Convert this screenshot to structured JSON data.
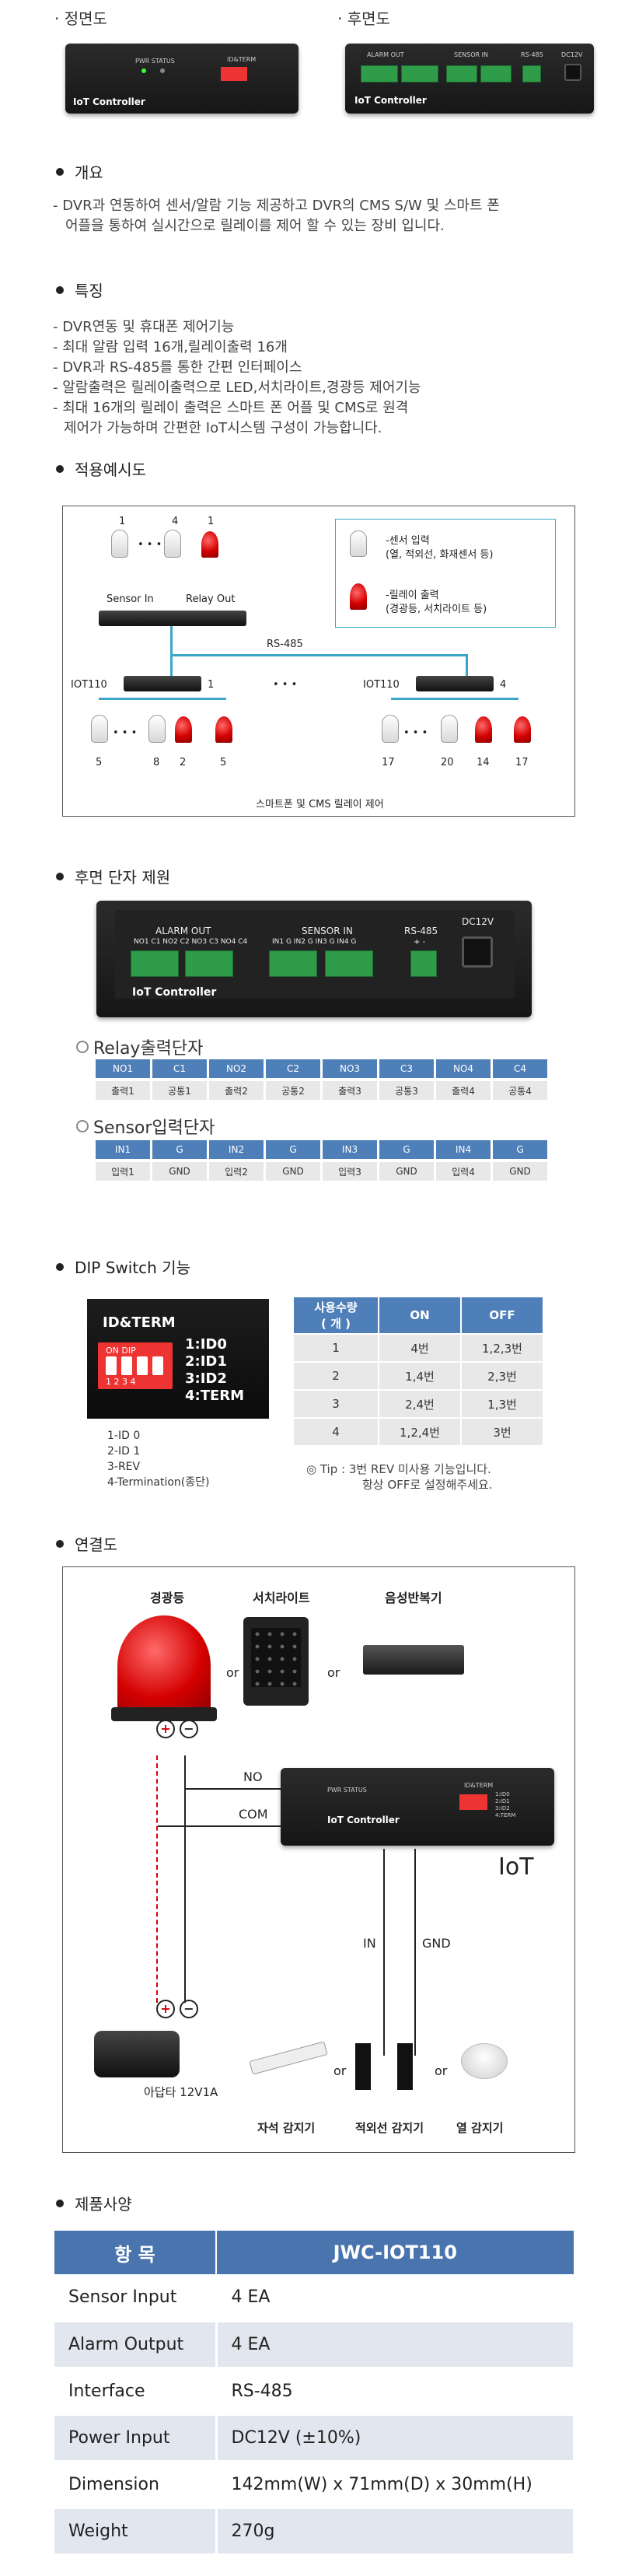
{
  "views": {
    "front_label": "· 정면도",
    "rear_label": "· 후면도",
    "front_pwr": "PWR  STATUS",
    "front_dip": "ID&TERM",
    "front_name": "IoT Controller",
    "rear_alarm": "ALARM OUT",
    "rear_sensor": "SENSOR IN",
    "rear_rs485": "RS-485",
    "rear_dc": "DC12V",
    "rear_name": "IoT Controller"
  },
  "overview": {
    "title": "개요",
    "text1": "- DVR과 연동하여 센서/알람 기능 제공하고 DVR의 CMS S/W 및 스마트 폰",
    "text2": "어플을 통하여 실시간으로 릴레이를 제어 할 수 있는 장비 입니다."
  },
  "features": {
    "title": "특징",
    "items": [
      "- DVR연동 및 휴대폰 제어기능",
      "- 최대 알람 입력 16개,릴레이출력 16개",
      "- DVR과 RS-485를 통한 간편 인터페이스",
      "- 알람출력은 릴레이출력으로 LED,서치라이트,경광등 제어기능",
      "- 최대 16개의 릴레이 출력은 스마트 폰 어플 및 CMS로 원격",
      "  제어가 가능하며 간편한 IoT시스템 구성이 가능합니다."
    ]
  },
  "application": {
    "title": "적용예시도",
    "sensor_in": "Sensor In",
    "relay_out": "Relay Out",
    "rs485": "RS-485",
    "iot_left": "IOT110",
    "iot_right": "IOT110",
    "num_1": "1",
    "num_4": "4",
    "num_1r": "1",
    "bus_1": "1",
    "bus_4": "4",
    "dots": "•  •  •",
    "b5": "5",
    "b8": "8",
    "b2": "2",
    "b5b": "5",
    "b17": "17",
    "b20": "20",
    "b14": "14",
    "b17b": "17",
    "legend_sensor1": "-센서 입력",
    "legend_sensor2": "(열, 적외선, 화재센서 등)",
    "legend_relay1": "-릴레이 출력",
    "legend_relay2": "(경광등, 서치라이트 등)",
    "caption": "스마트폰 및 CMS 릴레이 제어"
  },
  "rear_terminal": {
    "title": "후면 단자 제원",
    "alarm_out": "ALARM OUT",
    "alarm_pins": "NO1 C1 NO2 C2   NO3 C3 NO4 C4",
    "sensor_in": "SENSOR IN",
    "sensor_pins": "IN1  G  IN2  G     IN3  G  IN4  G",
    "rs485": "RS-485",
    "rs_pins": "+   -",
    "dc": "DC12V",
    "name": "IoT Controller",
    "relay_title": "Relay출력단자",
    "relay_head": [
      "NO1",
      "C1",
      "NO2",
      "C2",
      "NO3",
      "C3",
      "NO4",
      "C4"
    ],
    "relay_vals": [
      "출력1",
      "공통1",
      "출력2",
      "공통2",
      "출력3",
      "공통3",
      "출력4",
      "공통4"
    ],
    "sensor_title": "Sensor입력단자",
    "sensor_head": [
      "IN1",
      "G",
      "IN2",
      "G",
      "IN3",
      "G",
      "IN4",
      "G"
    ],
    "sensor_vals": [
      "입력1",
      "GND",
      "입력2",
      "GND",
      "입력3",
      "GND",
      "입력4",
      "GND"
    ]
  },
  "dip": {
    "title": "DIP Switch 기능",
    "box_title": "ID&TERM",
    "box_on": "ON   DIP",
    "box_nums": "1  2  3  4",
    "box_lines": [
      "1:ID0",
      "2:ID1",
      "3:ID2",
      "4:TERM"
    ],
    "legend": [
      "1-ID 0",
      "2-ID 1",
      "3-REV",
      "4-Termination(종단)"
    ],
    "head": [
      "사용수량\n( 개 )",
      "ON",
      "OFF"
    ],
    "rows": [
      [
        "1",
        "4번",
        "1,2,3번"
      ],
      [
        "2",
        "1,4번",
        "2,3번"
      ],
      [
        "3",
        "2,4번",
        "1,3번"
      ],
      [
        "4",
        "1,2,4번",
        "3번"
      ]
    ],
    "tip1": "◎ Tip : 3번 REV 미사용 기능입니다.",
    "tip2": "항상 OFF로 설정해주세요."
  },
  "connection": {
    "title": "연결도",
    "siren": "경광등",
    "searchlight": "서치라이트",
    "audio": "음성반복기",
    "or1": "or",
    "or2": "or",
    "no": "NO",
    "com": "COM",
    "iot": "IoT",
    "pwr": "PWR  STATUS",
    "id_term": "ID&TERM",
    "name": "IoT Controller",
    "dip_lines": "1:ID0\n2:ID1\n3:ID2\n4:TERM",
    "in": "IN",
    "gnd": "GND",
    "adapter": "아답타 12V1A",
    "magnet": "자석 감지기",
    "ir": "적외선 감지기",
    "heat": "열 감지기",
    "or3": "or",
    "or4": "or",
    "plus": "+",
    "minus": "−"
  },
  "spec": {
    "title": "제품사양",
    "head_item": "항 목",
    "head_model": "JWC-IOT110",
    "rows": [
      [
        "Sensor Input",
        "4 EA"
      ],
      [
        "Alarm Output",
        "4 EA"
      ],
      [
        "Interface",
        "RS-485"
      ],
      [
        "Power Input",
        "DC12V (±10%)"
      ],
      [
        "Dimension",
        "142mm(W) x 71mm(D) x 30mm(H)"
      ],
      [
        "Weight",
        "270g"
      ]
    ]
  },
  "colors": {
    "table_blue": "#4f7fb8",
    "spec_blue": "#4a74ad",
    "terminal_green": "#2f9c4a",
    "siren_red": "#d40000",
    "wire_blue": "#3aa7c9"
  }
}
